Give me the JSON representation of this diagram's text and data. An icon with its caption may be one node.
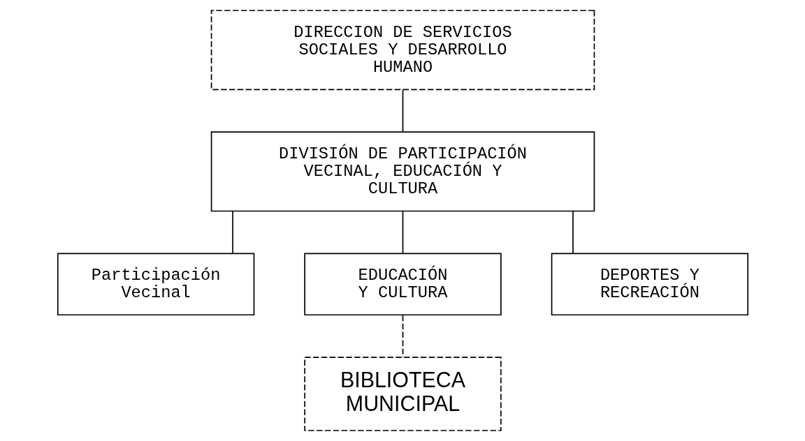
{
  "diagram": {
    "nodes": [
      {
        "text": [
          "DIRECCION DE SERVICIOS SOCIALES Y DESARROLLO HUMANO"
        ]
      },
      {
        "text": [
          "DIVISIÓN DE PARTICIPACIÓN VECINAL, EDUCACIÓN Y CULTURA"
        ]
      },
      {
        "text": [
          "Participación Vecinal"
        ]
      },
      {
        "text": [
          "EDUCACIÓN Y CULTURA"
        ]
      },
      {
        "text": [
          "DEPORTES Y RECREACIÓN"
        ]
      },
      {
        "text": [
          "BIBLIOTECA MUNICIPAL"
        ]
      }
    ],
    "edges": [
      {
        "from": 0,
        "to": 1,
        "arrow": "none"
      },
      {
        "from": 1,
        "to": 2,
        "arrow": "none"
      },
      {
        "from": 1,
        "to": 3,
        "arrow": "none"
      },
      {
        "from": 1,
        "to": 4,
        "arrow": "none"
      },
      {
        "from": 3,
        "to": 5,
        "arrow": "none",
        "style": "dashed"
      }
    ]
  }
}
